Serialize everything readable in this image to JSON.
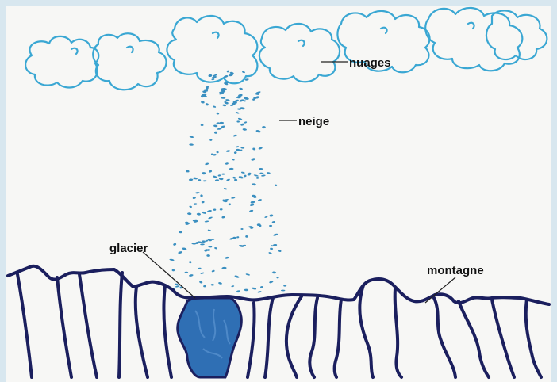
{
  "labels": {
    "clouds": "nuages",
    "snow": "neige",
    "glacier": "glacier",
    "mountain": "montagne"
  },
  "colors": {
    "frame": "#d8e7ef",
    "paper": "#f7f7f5",
    "cloud_outline": "#3aa7d3",
    "snow_flakes": "#3a8fc0",
    "mountain_outline": "#1b1f5e",
    "glacier_fill": "#2f6fb4"
  }
}
